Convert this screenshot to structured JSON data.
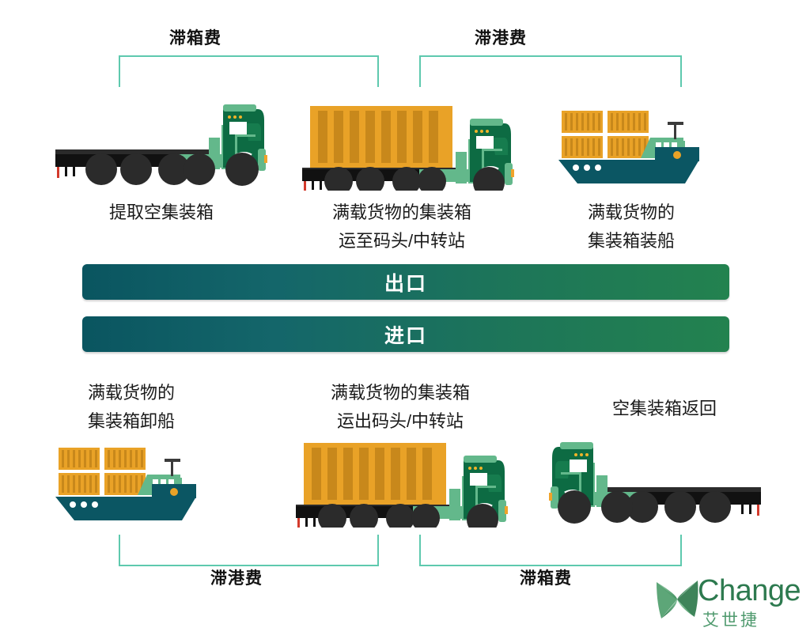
{
  "diagram": {
    "title_top_left": "滞箱费",
    "title_top_right": "滞港费",
    "title_bottom_left": "滞港费",
    "title_bottom_right": "滞箱费"
  },
  "export_row": {
    "banner_label": "出口",
    "steps": [
      {
        "caption_line1": "提取空集装箱",
        "caption_line2": "",
        "icon": "empty-chassis-truck-icon"
      },
      {
        "caption_line1": "满载货物的集装箱",
        "caption_line2": "运至码头/中转站",
        "icon": "loaded-container-truck-icon"
      },
      {
        "caption_line1": "满载货物的",
        "caption_line2": "集装箱装船",
        "icon": "container-ship-icon"
      }
    ]
  },
  "import_row": {
    "banner_label": "进口",
    "steps": [
      {
        "caption_line1": "满载货物的",
        "caption_line2": "集装箱卸船",
        "icon": "container-ship-icon"
      },
      {
        "caption_line1": "满载货物的集装箱",
        "caption_line2": "运出码头/中转站",
        "icon": "loaded-container-truck-icon"
      },
      {
        "caption_line1": "空集装箱返回",
        "caption_line2": "",
        "icon": "empty-chassis-truck-icon"
      }
    ]
  },
  "logo": {
    "wordmark": "Change",
    "subtitle": "艾世捷",
    "mark": "x-star-icon"
  },
  "colors": {
    "bracket": "#5ec9ae",
    "banner_start": "#0a5560",
    "banner_end": "#23824f",
    "container_orange": "#e9a227",
    "truck_dark_green": "#0d6b43",
    "truck_light_green": "#63b88b",
    "ship_hull": "#0b5663",
    "ship_deck": "#63b88b",
    "tire": "#2b2b2b",
    "text": "#1a1a1a",
    "logo_green": "#2d7a4f"
  }
}
